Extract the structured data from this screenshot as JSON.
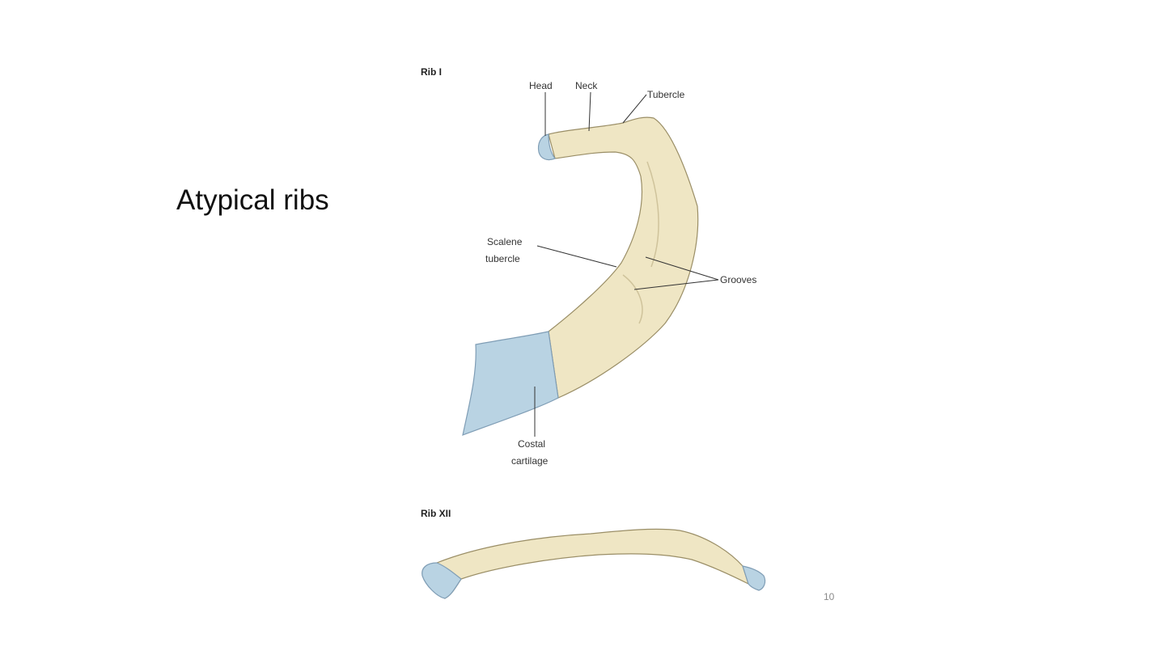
{
  "slide": {
    "title": "Atypical ribs",
    "page_number": "10"
  },
  "figure": {
    "rib_1": {
      "heading": "Rib I",
      "labels": {
        "head": "Head",
        "neck": "Neck",
        "tubercle": "Tubercle",
        "scalene_line1": "Scalene",
        "scalene_line2": "tubercle",
        "grooves": "Grooves",
        "costal_line1": "Costal",
        "costal_line2": "cartilage"
      }
    },
    "rib_12": {
      "heading": "Rib XII"
    },
    "colors": {
      "bone": "#efe6c4",
      "bone_outline": "#9a8e66",
      "cartilage": "#b9d3e3",
      "cartilage_outline": "#7f9db5"
    }
  }
}
